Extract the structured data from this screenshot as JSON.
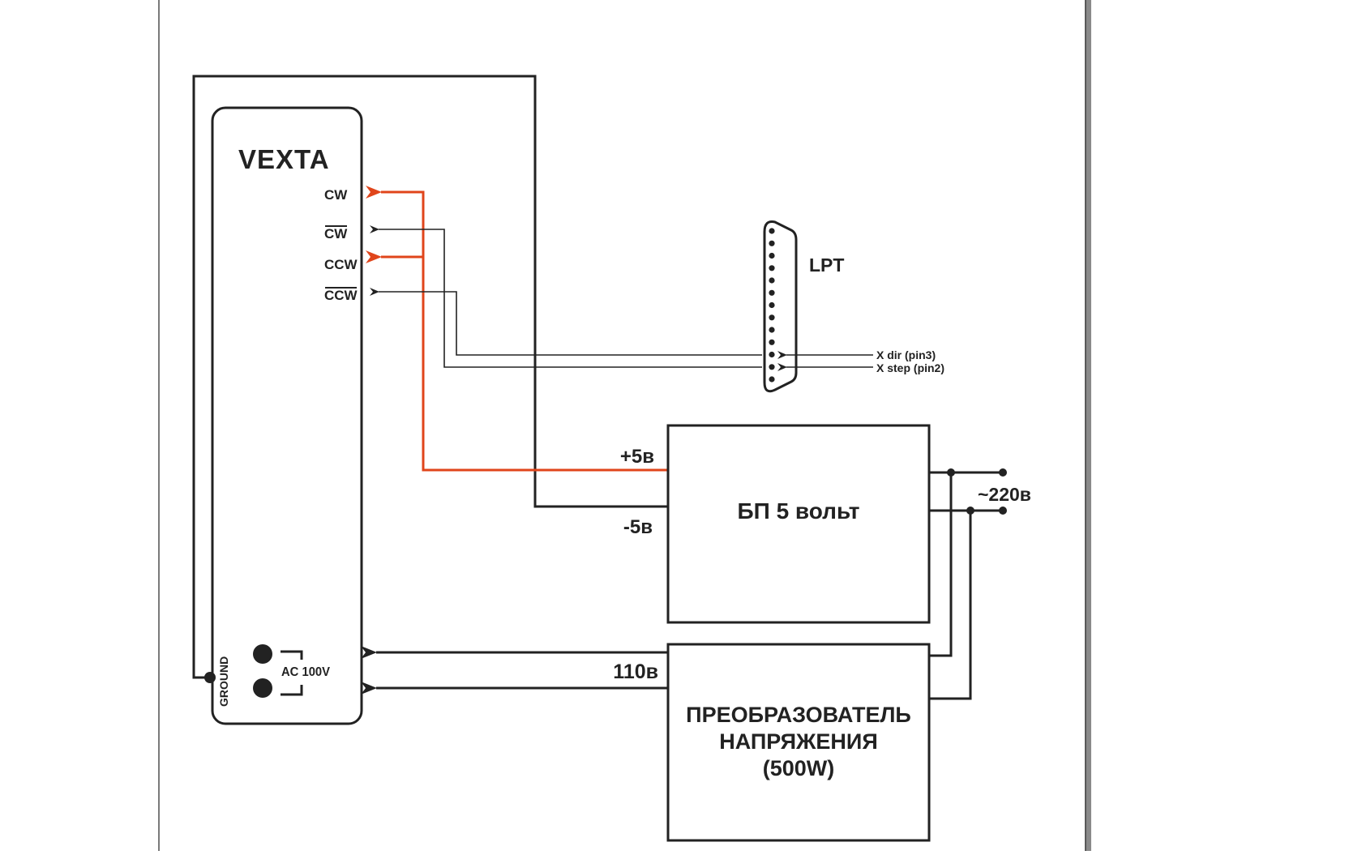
{
  "colors": {
    "line": "#222222",
    "signal_red": "#e0451b",
    "page_edge_shadow": "#8a8a8a"
  },
  "driver": {
    "title": "VEXTA",
    "pins": [
      {
        "label": "CW",
        "overline": false,
        "wire": "red"
      },
      {
        "label": "CW",
        "overline": true,
        "wire": "black"
      },
      {
        "label": "CCW",
        "overline": false,
        "wire": "red"
      },
      {
        "label": "CCW",
        "overline": true,
        "wire": "black"
      }
    ],
    "ground_label": "GROUND",
    "ac_label": "AC 100V"
  },
  "lpt": {
    "label": "LPT",
    "pin_count": 13,
    "signals": [
      {
        "label": "X dir (pin3)"
      },
      {
        "label": "X step (pin2)"
      }
    ]
  },
  "psu": {
    "title": "БП 5 вольт",
    "plus_label": "+5в",
    "minus_label": "-5в"
  },
  "mains": {
    "label": "~220в"
  },
  "converter": {
    "title_lines": [
      "ПРЕОБРАЗОВАТЕЛЬ",
      "НАПРЯЖЕНИЯ",
      "(500W)"
    ],
    "output_label": "110в"
  }
}
